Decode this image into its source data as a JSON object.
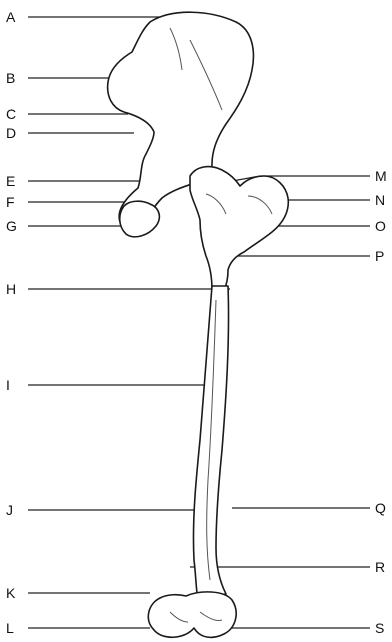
{
  "labels": {
    "A": "A",
    "B": "B",
    "C": "C",
    "D": "D",
    "E": "E",
    "F": "F",
    "G": "G",
    "H": "H",
    "I": "I",
    "J": "J",
    "K": "K",
    "L": "L",
    "M": "M",
    "N": "N",
    "O": "O",
    "P": "P",
    "Q": "Q",
    "R": "R",
    "S": "S"
  },
  "colors": {
    "ink": "#1a1a1a",
    "line": "#222222",
    "bone_fill": "#ffffff",
    "faint_text": "#cfcfcf"
  }
}
